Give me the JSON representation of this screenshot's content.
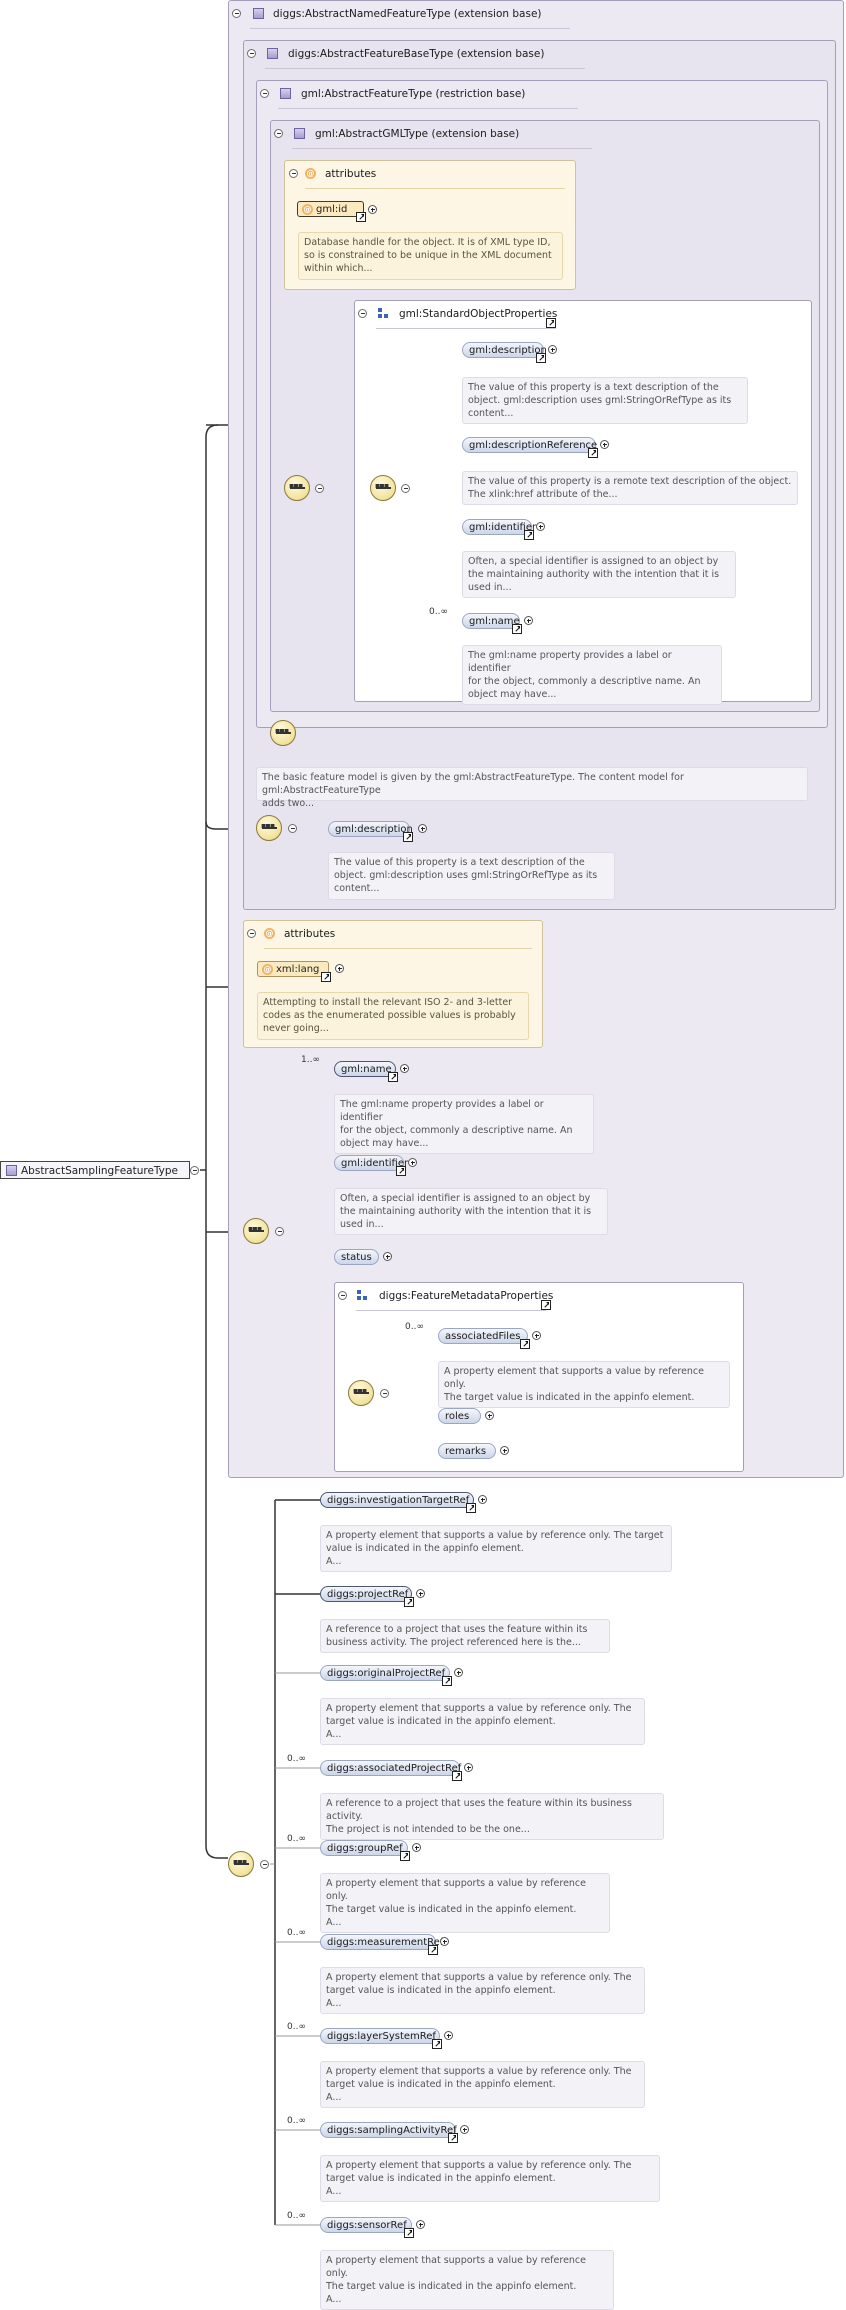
{
  "root": {
    "label": "AbstractSamplingFeatureType"
  },
  "containers": {
    "named": "diggs:AbstractNamedFeatureType (extension base)",
    "feature_base": "diggs:AbstractFeatureBaseType (extension base)",
    "gml_feature": "gml:AbstractFeatureType (restriction base)",
    "gml_type": "gml:AbstractGMLType (extension base)",
    "attributes_label": "attributes",
    "std_props": "gml:StandardObjectProperties",
    "metadata_props": "diggs:FeatureMetadataProperties"
  },
  "gml_id": {
    "name": "gml:id",
    "doc": [
      "Database handle for the object. It is of XML type ID,",
      "so is constrained to be unique in the XML document",
      "within which..."
    ]
  },
  "std_elements": [
    {
      "name": "gml:description",
      "occurs": "",
      "doc": [
        "The value of this property is a text description of the",
        "object. gml:description uses gml:StringOrRefType as its",
        "content..."
      ]
    },
    {
      "name": "gml:descriptionReference",
      "occurs": "",
      "doc": [
        "The value of this property is a remote text description of the object.",
        "The xlink:href attribute of the..."
      ]
    },
    {
      "name": "gml:identifier",
      "occurs": "",
      "doc": [
        "Often, a special identifier is assigned to an object by",
        "the maintaining authority with the intention that it is",
        "used in..."
      ]
    },
    {
      "name": "gml:name",
      "occurs": "0..∞",
      "doc": [
        "The gml:name property provides a label or identifier",
        "for the object, commonly a descriptive name. An",
        "object may have..."
      ]
    }
  ],
  "feature_doc": [
    "The basic feature model is given by the gml:AbstractFeatureType. The content model for gml:AbstractFeatureType",
    "adds two..."
  ],
  "restricted_description": {
    "name": "gml:description",
    "doc": [
      "The value of this property is a text description of the",
      "object. gml:description uses gml:StringOrRefType as its",
      "content..."
    ]
  },
  "xml_lang": {
    "name": "xml:lang",
    "doc": [
      "Attempting to install the relevant ISO 2- and 3-letter",
      "codes as the enumerated possible values is probably",
      "never going..."
    ]
  },
  "named_elements": [
    {
      "name": "gml:name",
      "occurs": "1..∞",
      "doc": [
        "The gml:name property provides a label or identifier",
        "for the object, commonly a descriptive name. An",
        "object may have..."
      ]
    },
    {
      "name": "gml:identifier",
      "occurs": "",
      "doc": [
        "Often, a special identifier is assigned to an object by",
        "the maintaining authority with the intention that it is",
        "used in..."
      ]
    },
    {
      "name": "status",
      "occurs": "",
      "doc": []
    }
  ],
  "metadata_elements": [
    {
      "name": "associatedFiles",
      "occurs": "0..∞",
      "doc": [
        "A property element that supports a value by reference only.",
        "The target value is indicated in the appinfo element."
      ]
    },
    {
      "name": "roles",
      "occurs": "",
      "doc": []
    },
    {
      "name": "remarks",
      "occurs": "",
      "doc": []
    }
  ],
  "sampling_elements": [
    {
      "name": "diggs:investigationTargetRef",
      "occurs": "",
      "doc": [
        "A property element that supports a value by reference only. The target",
        "value is indicated in the appinfo element.",
        "A..."
      ]
    },
    {
      "name": "diggs:projectRef",
      "occurs": "",
      "doc": [
        "A reference to a project that uses the feature within its",
        "business activity. The project referenced here is the..."
      ]
    },
    {
      "name": "diggs:originalProjectRef",
      "occurs": "",
      "doc": [
        "A property element that supports a value by reference only. The",
        "target value is indicated in the appinfo element.",
        "A..."
      ]
    },
    {
      "name": "diggs:associatedProjectRef",
      "occurs": "0..∞",
      "doc": [
        "A reference to a project that uses the feature within its business activity.",
        "The project is not intended to be the one..."
      ]
    },
    {
      "name": "diggs:groupRef",
      "occurs": "0..∞",
      "doc": [
        "A property element that supports a value by reference only.",
        "The target value is indicated in the appinfo element.",
        "A..."
      ]
    },
    {
      "name": "diggs:measurementRef",
      "occurs": "0..∞",
      "doc": [
        "A property element that supports a value by reference only. The",
        "target value is indicated in the appinfo element.",
        "A..."
      ]
    },
    {
      "name": "diggs:layerSystemRef",
      "occurs": "0..∞",
      "doc": [
        "A property element that supports a value by reference only. The",
        "target value is indicated in the appinfo element.",
        "A..."
      ]
    },
    {
      "name": "diggs:samplingActivityRef",
      "occurs": "0..∞",
      "doc": [
        "A property element that supports a value by reference only. The",
        "target value is indicated in the appinfo element.",
        "A..."
      ]
    },
    {
      "name": "diggs:sensorRef",
      "occurs": "0..∞",
      "doc": [
        "A property element that supports a value by reference only.",
        "The target value is indicated in the appinfo element.",
        "A..."
      ]
    }
  ]
}
